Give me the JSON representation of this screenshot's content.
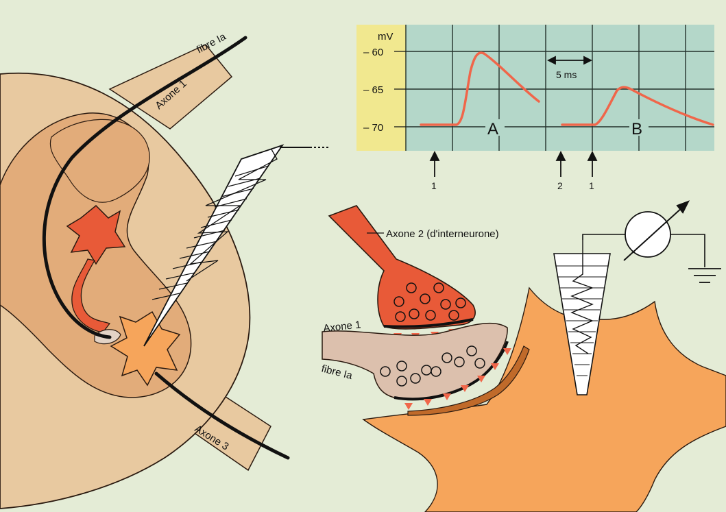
{
  "labels": {
    "fibre_top": "fibre Ia",
    "axone1_top": "Axone 1",
    "axone3": "Axone 3",
    "axone2": "Axone 2 (d'interneurone)",
    "axone1_mid": "Axone 1",
    "fibre_mid": "fibre Ia"
  },
  "oscillogram": {
    "unit": "mV",
    "ticks": [
      "– 60",
      "– 65",
      "– 70"
    ],
    "trace_a": "A",
    "trace_b": "B",
    "interval": "5 ms",
    "stim_markers": [
      "1",
      "2",
      "1"
    ]
  },
  "colors": {
    "background": "#e4ecd6",
    "cord_outer": "#e8c9a0",
    "gray_matter": "#e2ac7a",
    "red_neuron": "#e85a38",
    "motoneuron": "#f6a55b",
    "screen": "#b4d7c9",
    "scale_strip": "#f1e88f",
    "trace": "#f0664a",
    "terminal": "#dcc0ad"
  }
}
